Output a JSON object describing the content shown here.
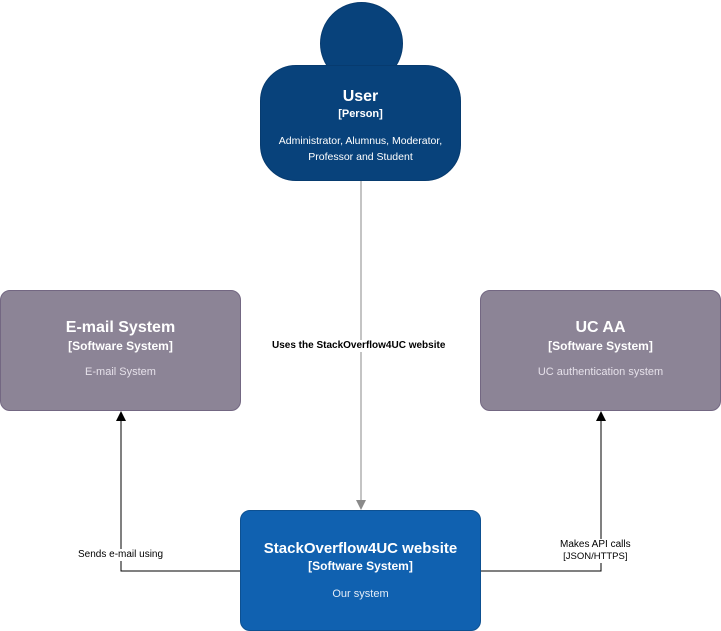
{
  "nodes": {
    "user": {
      "title": "User",
      "kind": "[Person]",
      "description": "Administrator, Alumnus, Moderator, Professor and Student"
    },
    "email_system": {
      "title": "E-mail System",
      "kind": "[Software System]",
      "description": "E-mail System"
    },
    "uc_aa": {
      "title": "UC AA",
      "kind": "[Software System]",
      "description": "UC authentication system"
    },
    "website": {
      "title": "StackOverflow4UC website",
      "kind": "[Software System]",
      "description": "Our system"
    }
  },
  "relationships": {
    "user_to_website": {
      "label": "Uses the StackOverflow4UC website"
    },
    "website_to_email": {
      "label": "Sends e-mail using"
    },
    "website_to_ucaa": {
      "label": "Makes API calls",
      "technology": "[JSON/HTTPS]"
    }
  },
  "colors": {
    "person": "#08427b",
    "external_system": "#8c8496",
    "internal_system": "#1061b0",
    "user_link": "#8a8a8a",
    "system_link": "#000000"
  }
}
